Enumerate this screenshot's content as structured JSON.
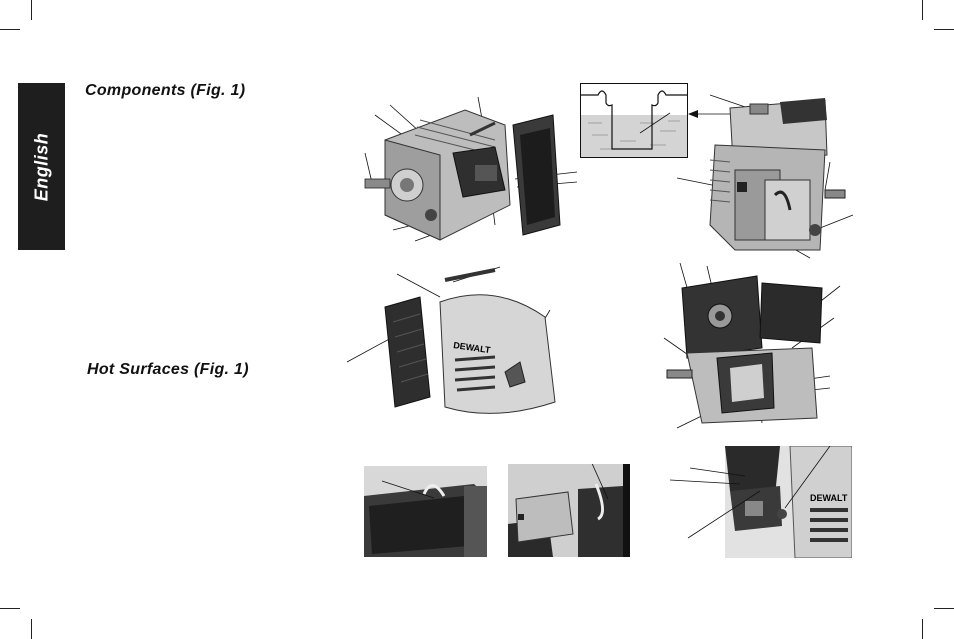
{
  "sidebar": {
    "language_tab": "English"
  },
  "sections": {
    "components_heading": "Components (Fig. 1)",
    "hot_surfaces_heading": "Hot Surfaces (Fig. 1)"
  },
  "figures": {
    "brand_logo_text": "DEWALT"
  },
  "colors": {
    "tab_background": "#1e1e1e",
    "engine_body": "#bdbdbd",
    "engine_dark": "#3a3a3a",
    "photo_background": "#d8d8d8"
  }
}
